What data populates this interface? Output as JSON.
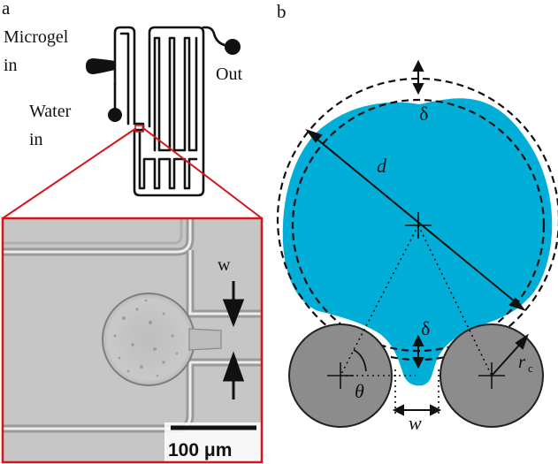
{
  "panel_a": {
    "panel_label": "a",
    "inlet_microgel_line1": "Microgel",
    "inlet_microgel_line2": "in",
    "inlet_water_line1": "Water",
    "inlet_water_line2": "in",
    "outlet_label": "Out",
    "zoom_width_label": "w",
    "scale_bar_label": "100 μm"
  },
  "panel_b": {
    "panel_label": "b",
    "diameter_label": "d",
    "delta_top_label": "δ",
    "delta_bottom_label": "δ",
    "pillar_radius_label": "r",
    "pillar_radius_subscript": "c",
    "angle_label": "θ",
    "gap_width_label": "w"
  },
  "colors": {
    "droplet_fill": "#00aed8",
    "pillar_fill": "#8c8c8c",
    "zoom_frame": "#d8141b",
    "channel_stroke": "#111111"
  }
}
